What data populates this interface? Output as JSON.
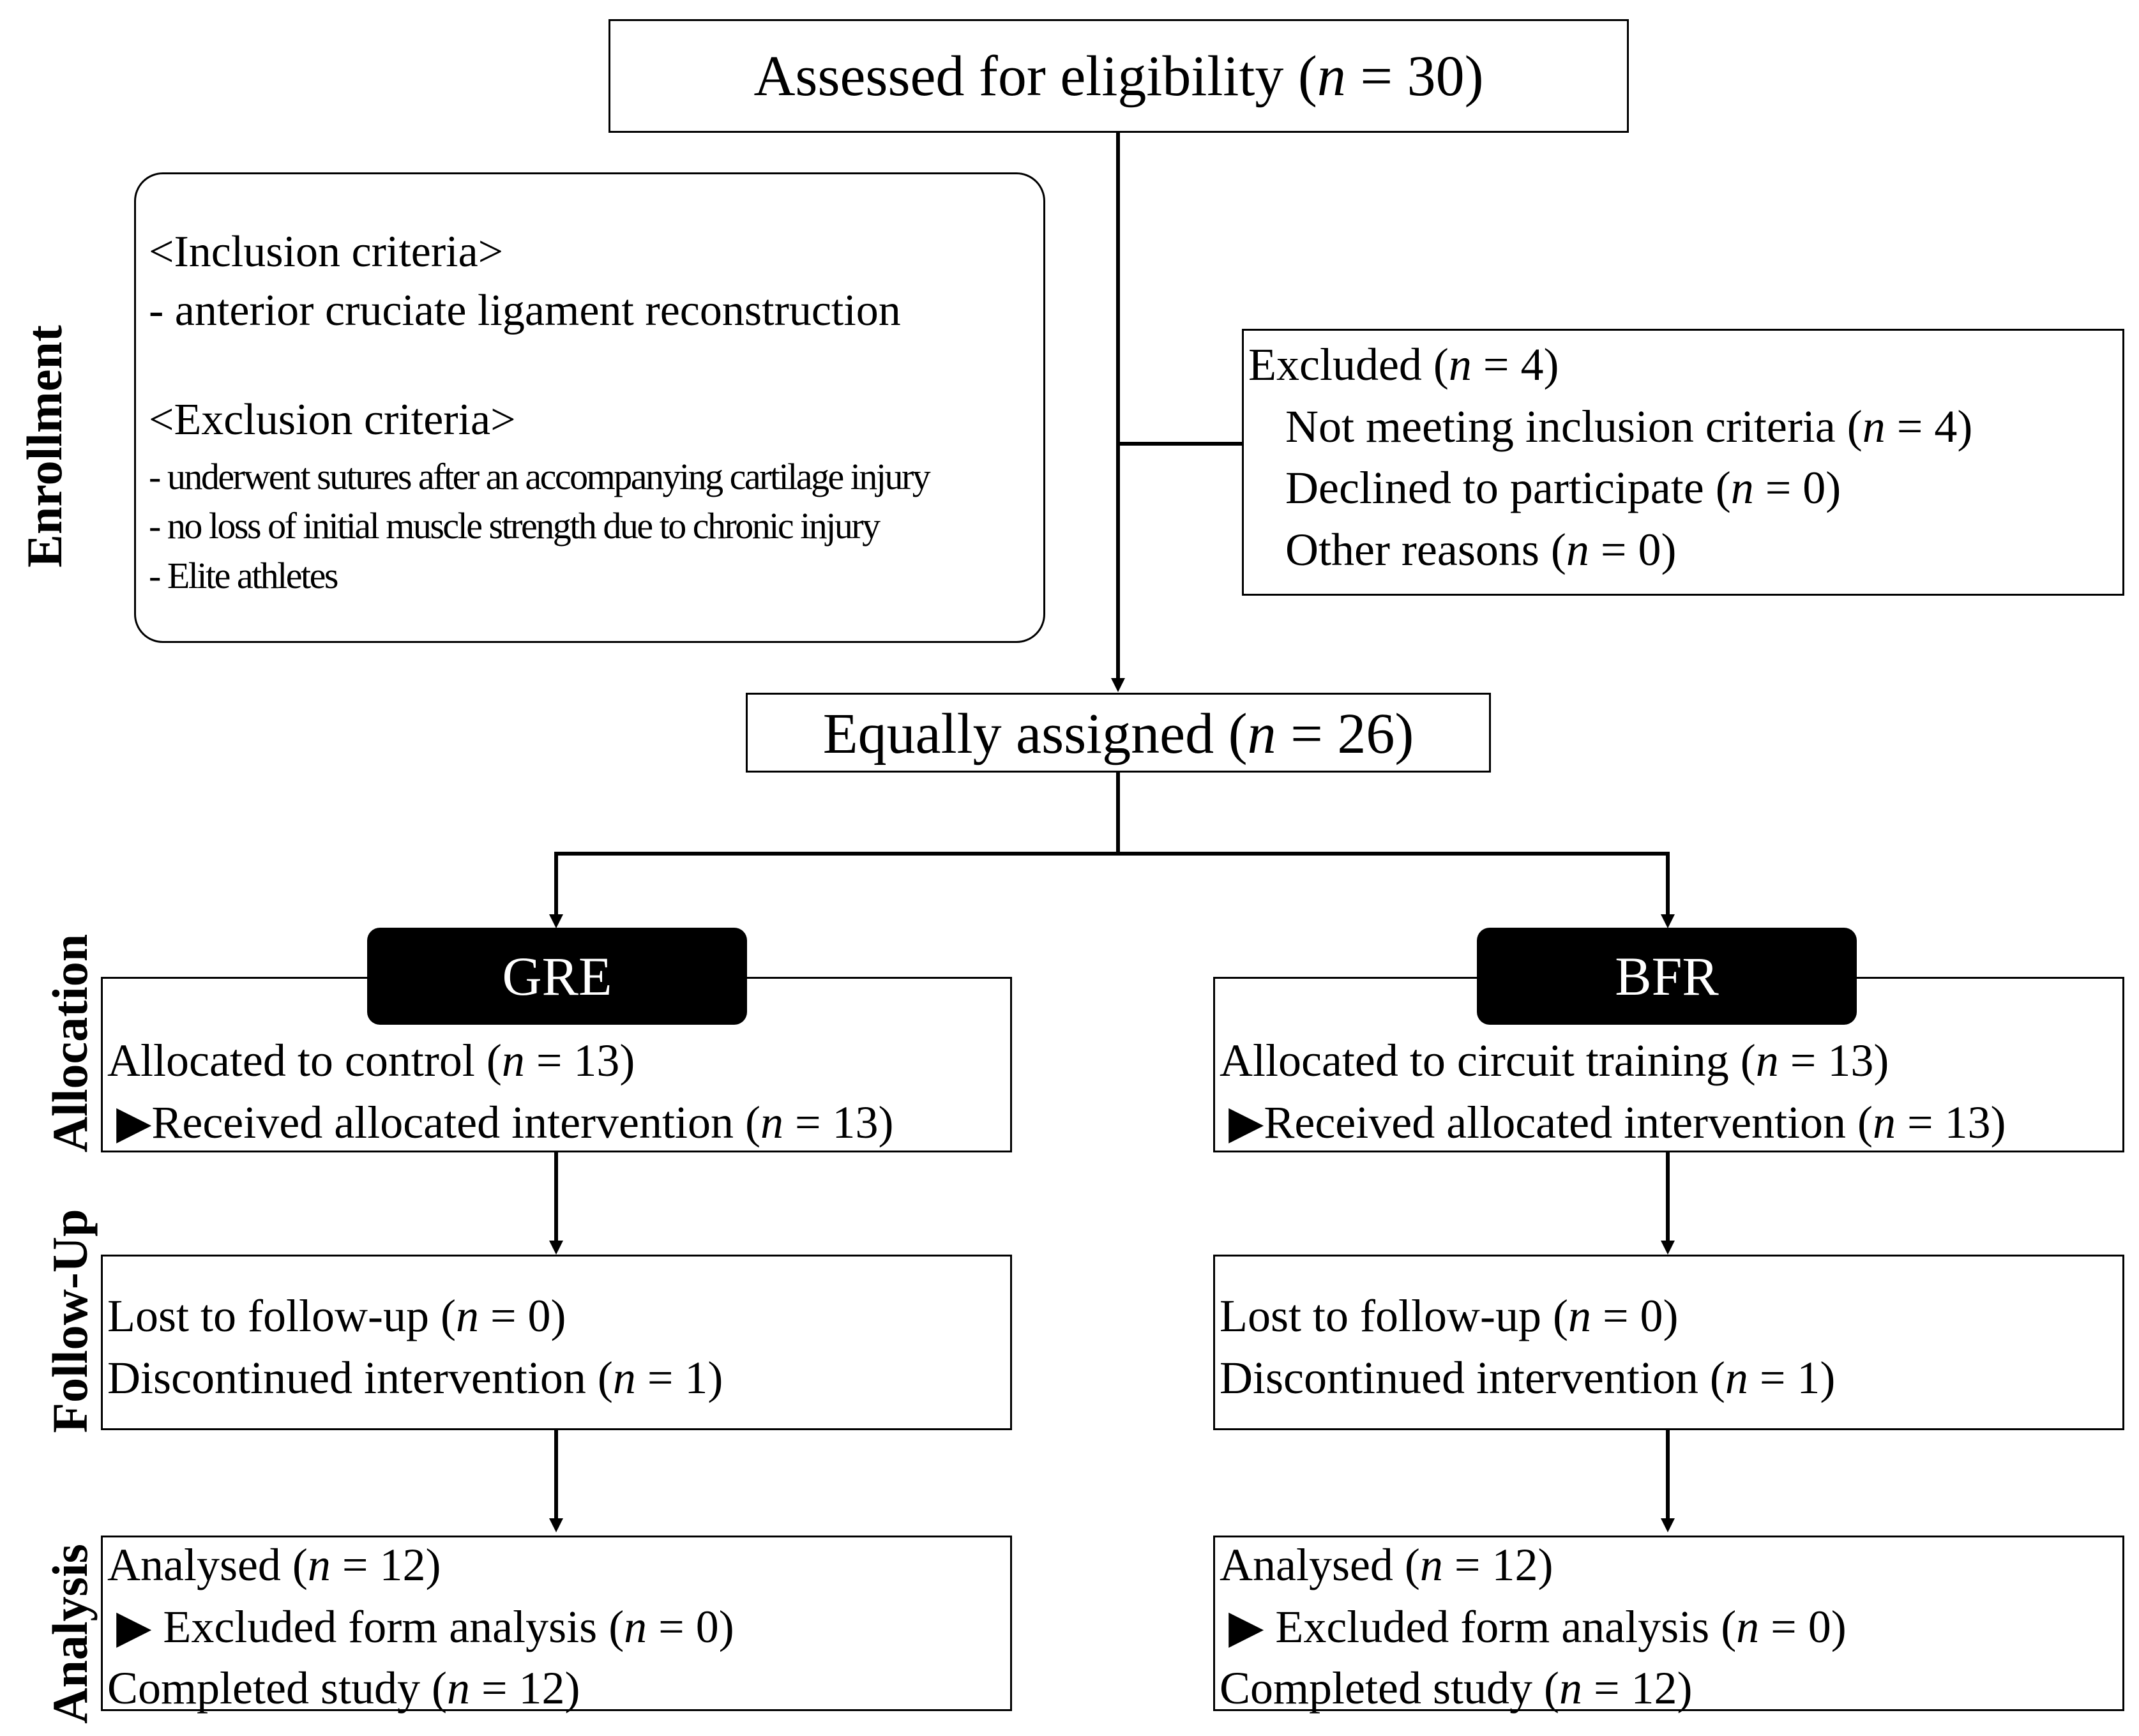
{
  "stages": {
    "enrollment": "Enrollment",
    "allocation": "Allocation",
    "follow_up": "Follow-Up",
    "analysis": "Analysis"
  },
  "assessed": {
    "prefix": "Assessed for eligibility (",
    "n": "n",
    "suffix": " = 30)"
  },
  "criteria": {
    "inclusion_header": "<Inclusion criteria>",
    "inclusion_items": [
      "- anterior cruciate ligament reconstruction"
    ],
    "exclusion_header": "<Exclusion criteria>",
    "exclusion_items": [
      "- underwent sutures after an accompanying cartilage injury",
      "- no loss of initial muscle strength due to chronic injury",
      "- Elite athletes"
    ]
  },
  "excluded": {
    "title": {
      "prefix": "Excluded (",
      "n": "n",
      "suffix": " = 4)"
    },
    "reasons": [
      {
        "prefix": "Not meeting inclusion criteria (",
        "n": "n",
        "suffix": " = 4)"
      },
      {
        "prefix": "Declined to participate (",
        "n": "n",
        "suffix": " = 0)"
      },
      {
        "prefix": "Other reasons (",
        "n": "n",
        "suffix": " = 0)"
      }
    ]
  },
  "assigned": {
    "prefix": "Equally assigned  (",
    "n": "n",
    "suffix": " = 26)"
  },
  "groups": [
    {
      "label": "GRE",
      "allocation": [
        {
          "prefix": "Allocated to control (",
          "n": "n",
          "suffix": " = 13)"
        },
        {
          "prefix": "▶Received allocated intervention (",
          "n": "n",
          "suffix": " = 13)"
        }
      ],
      "followup": [
        {
          "prefix": "Lost to follow-up (",
          "n": "n",
          "suffix": " = 0)"
        },
        {
          "prefix": "Discontinued intervention (",
          "n": "n",
          "suffix": " = 1)"
        }
      ],
      "analysis": [
        {
          "prefix": "Analysed (",
          "n": "n",
          "suffix": " = 12)"
        },
        {
          "prefix": "▶  Excluded form analysis (",
          "n": "n",
          "suffix": " = 0)"
        },
        {
          "prefix": "Completed study (",
          "n": "n",
          "suffix": " = 12)"
        }
      ]
    },
    {
      "label": "BFR",
      "allocation": [
        {
          "prefix": "Allocated to circuit training (",
          "n": "n",
          "suffix": " = 13)"
        },
        {
          "prefix": "▶Received allocated intervention (",
          "n": "n",
          "suffix": " = 13)"
        }
      ],
      "followup": [
        {
          "prefix": "Lost to follow-up (",
          "n": "n",
          "suffix": " = 0)"
        },
        {
          "prefix": "Discontinued intervention (",
          "n": "n",
          "suffix": " = 1)"
        }
      ],
      "analysis": [
        {
          "prefix": "Analysed (",
          "n": "n",
          "suffix": " = 12)"
        },
        {
          "prefix": "▶  Excluded form analysis (",
          "n": "n",
          "suffix": " = 0)"
        },
        {
          "prefix": "Completed study (",
          "n": "n",
          "suffix": " = 12)"
        }
      ]
    }
  ]
}
